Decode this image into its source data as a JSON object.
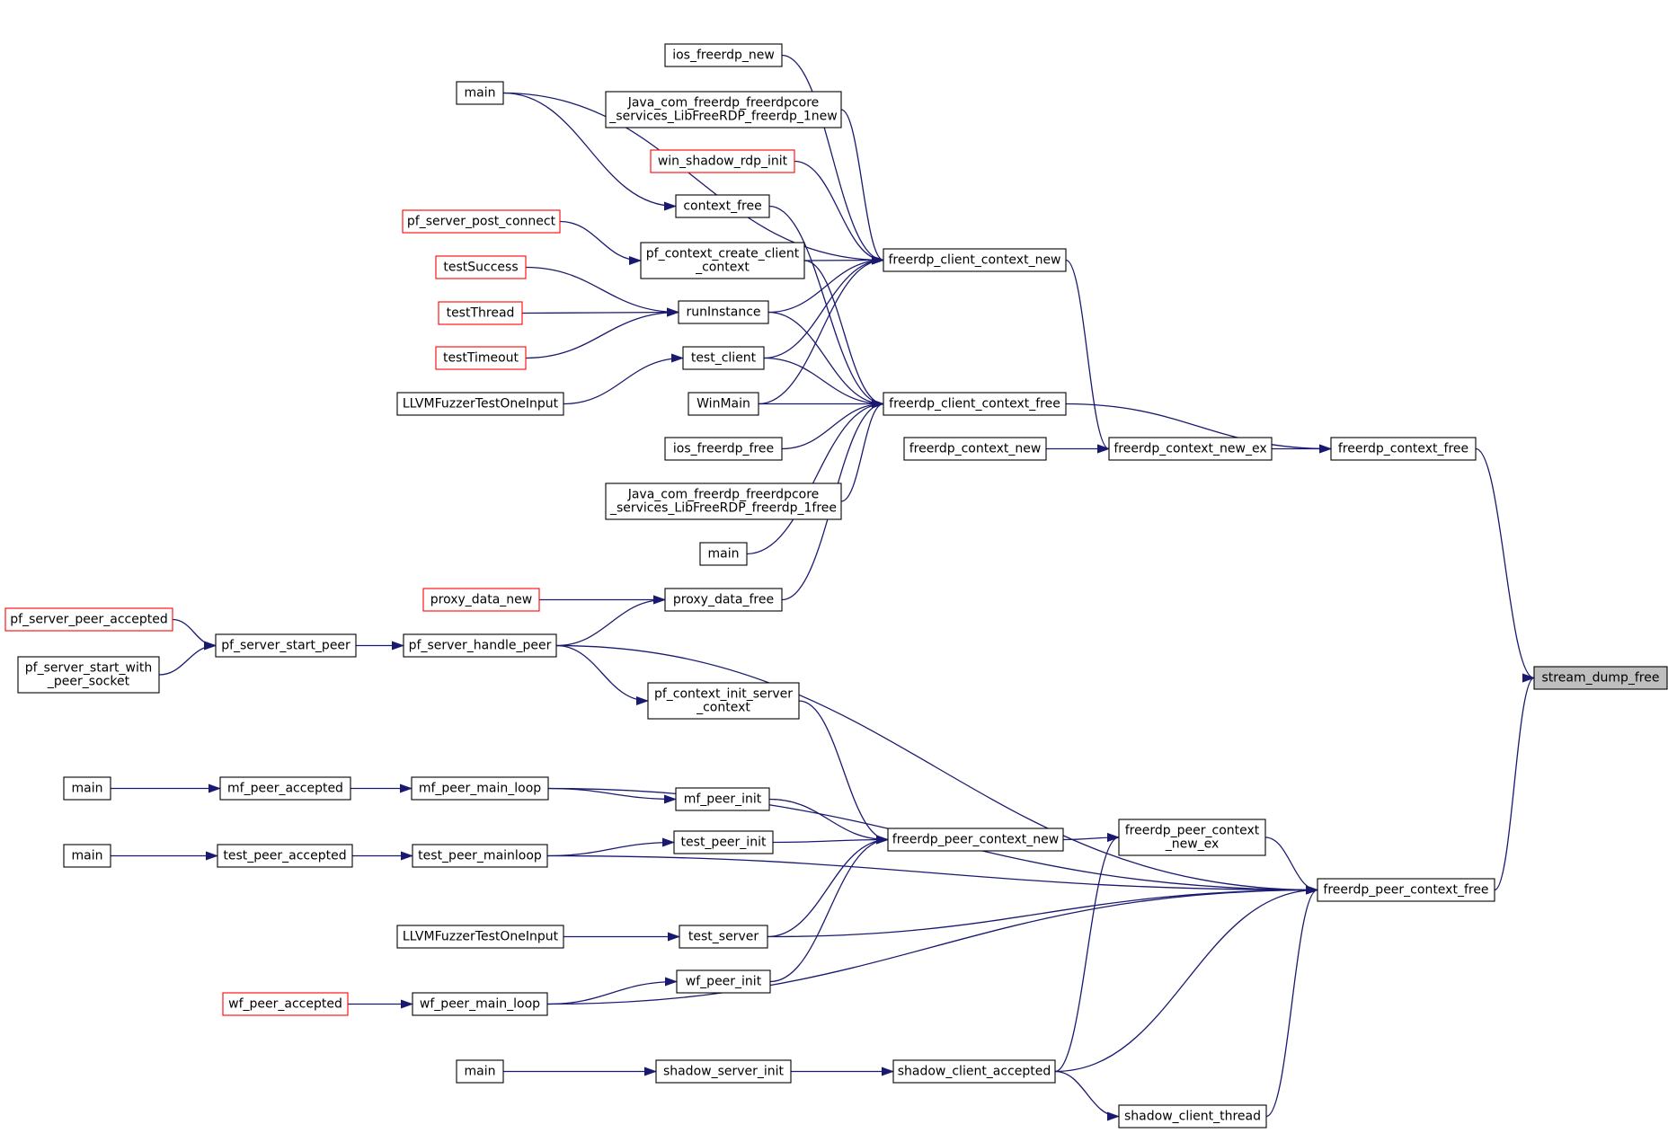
{
  "diagram": {
    "colors": {
      "edge": "#191970",
      "node_border": "#000000",
      "external_border": "#ff0000",
      "root_fill": "#bfbfbf"
    },
    "nodes": [
      {
        "id": "stream_dump_free",
        "lines": [
          "stream_dump_free"
        ],
        "style": "root"
      },
      {
        "id": "freerdp_context_free",
        "lines": [
          "freerdp_context_free"
        ],
        "style": "normal"
      },
      {
        "id": "freerdp_peer_context_free",
        "lines": [
          "freerdp_peer_context_free"
        ],
        "style": "normal"
      },
      {
        "id": "freerdp_client_context_free",
        "lines": [
          "freerdp_client_context_free"
        ],
        "style": "normal"
      },
      {
        "id": "freerdp_context_new_ex",
        "lines": [
          "freerdp_context_new_ex"
        ],
        "style": "normal"
      },
      {
        "id": "freerdp_client_context_new",
        "lines": [
          "freerdp_client_context_new"
        ],
        "style": "normal"
      },
      {
        "id": "freerdp_context_new",
        "lines": [
          "freerdp_context_new"
        ],
        "style": "normal"
      },
      {
        "id": "freerdp_peer_context_new_ex",
        "lines": [
          "freerdp_peer_context",
          "_new_ex"
        ],
        "style": "normal"
      },
      {
        "id": "freerdp_peer_context_new",
        "lines": [
          "freerdp_peer_context_new"
        ],
        "style": "normal"
      },
      {
        "id": "shadow_client_accepted",
        "lines": [
          "shadow_client_accepted"
        ],
        "style": "normal"
      },
      {
        "id": "shadow_client_thread",
        "lines": [
          "shadow_client_thread"
        ],
        "style": "normal"
      },
      {
        "id": "ios_freerdp_new",
        "lines": [
          "ios_freerdp_new"
        ],
        "style": "normal"
      },
      {
        "id": "main_a",
        "lines": [
          "main"
        ],
        "style": "normal"
      },
      {
        "id": "java_new",
        "lines": [
          "Java_com_freerdp_freerdpcore",
          "_services_LibFreeRDP_freerdp_1new"
        ],
        "style": "normal"
      },
      {
        "id": "win_shadow_rdp_init",
        "lines": [
          "win_shadow_rdp_init"
        ],
        "style": "red"
      },
      {
        "id": "context_free",
        "lines": [
          "context_free"
        ],
        "style": "normal"
      },
      {
        "id": "pf_context_create_client_context",
        "lines": [
          "pf_context_create_client",
          "_context"
        ],
        "style": "normal"
      },
      {
        "id": "pf_server_post_connect",
        "lines": [
          "pf_server_post_connect"
        ],
        "style": "red"
      },
      {
        "id": "runInstance",
        "lines": [
          "runInstance"
        ],
        "style": "normal"
      },
      {
        "id": "testSuccess",
        "lines": [
          "testSuccess"
        ],
        "style": "red"
      },
      {
        "id": "testThread",
        "lines": [
          "testThread"
        ],
        "style": "red"
      },
      {
        "id": "testTimeout",
        "lines": [
          "testTimeout"
        ],
        "style": "red"
      },
      {
        "id": "test_client",
        "lines": [
          "test_client"
        ],
        "style": "normal"
      },
      {
        "id": "llvm_a",
        "lines": [
          "LLVMFuzzerTestOneInput"
        ],
        "style": "normal"
      },
      {
        "id": "WinMain",
        "lines": [
          "WinMain"
        ],
        "style": "normal"
      },
      {
        "id": "ios_freerdp_free",
        "lines": [
          "ios_freerdp_free"
        ],
        "style": "normal"
      },
      {
        "id": "java_free",
        "lines": [
          "Java_com_freerdp_freerdpcore",
          "_services_LibFreeRDP_freerdp_1free"
        ],
        "style": "normal"
      },
      {
        "id": "main_b",
        "lines": [
          "main"
        ],
        "style": "normal"
      },
      {
        "id": "proxy_data_free",
        "lines": [
          "proxy_data_free"
        ],
        "style": "normal"
      },
      {
        "id": "proxy_data_new",
        "lines": [
          "proxy_data_new"
        ],
        "style": "red"
      },
      {
        "id": "pf_server_handle_peer",
        "lines": [
          "pf_server_handle_peer"
        ],
        "style": "normal"
      },
      {
        "id": "pf_server_start_peer",
        "lines": [
          "pf_server_start_peer"
        ],
        "style": "normal"
      },
      {
        "id": "pf_server_peer_accepted",
        "lines": [
          "pf_server_peer_accepted"
        ],
        "style": "red"
      },
      {
        "id": "pf_server_start_with_peer_socket",
        "lines": [
          "pf_server_start_with",
          "_peer_socket"
        ],
        "style": "normal"
      },
      {
        "id": "pf_context_init_server_context",
        "lines": [
          "pf_context_init_server",
          "_context"
        ],
        "style": "normal"
      },
      {
        "id": "mf_peer_main_loop",
        "lines": [
          "mf_peer_main_loop"
        ],
        "style": "normal"
      },
      {
        "id": "mf_peer_accepted",
        "lines": [
          "mf_peer_accepted"
        ],
        "style": "normal"
      },
      {
        "id": "main_c",
        "lines": [
          "main"
        ],
        "style": "normal"
      },
      {
        "id": "mf_peer_init",
        "lines": [
          "mf_peer_init"
        ],
        "style": "normal"
      },
      {
        "id": "test_peer_init",
        "lines": [
          "test_peer_init"
        ],
        "style": "normal"
      },
      {
        "id": "test_peer_mainloop",
        "lines": [
          "test_peer_mainloop"
        ],
        "style": "normal"
      },
      {
        "id": "test_peer_accepted",
        "lines": [
          "test_peer_accepted"
        ],
        "style": "normal"
      },
      {
        "id": "main_d",
        "lines": [
          "main"
        ],
        "style": "normal"
      },
      {
        "id": "test_server",
        "lines": [
          "test_server"
        ],
        "style": "normal"
      },
      {
        "id": "llvm_b",
        "lines": [
          "LLVMFuzzerTestOneInput"
        ],
        "style": "normal"
      },
      {
        "id": "wf_peer_init",
        "lines": [
          "wf_peer_init"
        ],
        "style": "normal"
      },
      {
        "id": "wf_peer_main_loop",
        "lines": [
          "wf_peer_main_loop"
        ],
        "style": "normal"
      },
      {
        "id": "wf_peer_accepted",
        "lines": [
          "wf_peer_accepted"
        ],
        "style": "red"
      },
      {
        "id": "shadow_server_init",
        "lines": [
          "shadow_server_init"
        ],
        "style": "normal"
      },
      {
        "id": "main_e",
        "lines": [
          "main"
        ],
        "style": "normal"
      }
    ],
    "edges": [
      {
        "from": "freerdp_context_free",
        "to": "stream_dump_free"
      },
      {
        "from": "freerdp_peer_context_free",
        "to": "stream_dump_free"
      },
      {
        "from": "freerdp_client_context_free",
        "to": "freerdp_context_free"
      },
      {
        "from": "freerdp_context_new_ex",
        "to": "freerdp_context_free"
      },
      {
        "from": "freerdp_client_context_new",
        "to": "freerdp_context_new_ex"
      },
      {
        "from": "freerdp_context_new",
        "to": "freerdp_context_new_ex"
      },
      {
        "from": "main_a",
        "to": "freerdp_client_context_new"
      },
      {
        "from": "ios_freerdp_new",
        "to": "freerdp_client_context_new"
      },
      {
        "from": "java_new",
        "to": "freerdp_client_context_new"
      },
      {
        "from": "win_shadow_rdp_init",
        "to": "freerdp_client_context_new"
      },
      {
        "from": "pf_context_create_client_context",
        "to": "freerdp_client_context_new"
      },
      {
        "from": "runInstance",
        "to": "freerdp_client_context_new"
      },
      {
        "from": "test_client",
        "to": "freerdp_client_context_new"
      },
      {
        "from": "WinMain",
        "to": "freerdp_client_context_new"
      },
      {
        "from": "main_a",
        "to": "context_free"
      },
      {
        "from": "pf_server_post_connect",
        "to": "pf_context_create_client_context"
      },
      {
        "from": "testSuccess",
        "to": "runInstance"
      },
      {
        "from": "testThread",
        "to": "runInstance"
      },
      {
        "from": "testTimeout",
        "to": "runInstance"
      },
      {
        "from": "llvm_a",
        "to": "test_client"
      },
      {
        "from": "context_free",
        "to": "freerdp_client_context_free"
      },
      {
        "from": "pf_context_create_client_context",
        "to": "freerdp_client_context_free"
      },
      {
        "from": "runInstance",
        "to": "freerdp_client_context_free"
      },
      {
        "from": "test_client",
        "to": "freerdp_client_context_free"
      },
      {
        "from": "WinMain",
        "to": "freerdp_client_context_free"
      },
      {
        "from": "ios_freerdp_free",
        "to": "freerdp_client_context_free"
      },
      {
        "from": "java_free",
        "to": "freerdp_client_context_free"
      },
      {
        "from": "main_b",
        "to": "freerdp_client_context_free"
      },
      {
        "from": "proxy_data_free",
        "to": "freerdp_client_context_free"
      },
      {
        "from": "proxy_data_new",
        "to": "proxy_data_free"
      },
      {
        "from": "pf_server_handle_peer",
        "to": "proxy_data_free"
      },
      {
        "from": "pf_server_start_peer",
        "to": "pf_server_handle_peer"
      },
      {
        "from": "pf_server_peer_accepted",
        "to": "pf_server_start_peer"
      },
      {
        "from": "pf_server_start_with_peer_socket",
        "to": "pf_server_start_peer"
      },
      {
        "from": "pf_server_handle_peer",
        "to": "pf_context_init_server_context"
      },
      {
        "from": "pf_server_handle_peer",
        "to": "freerdp_peer_context_free"
      },
      {
        "from": "pf_context_init_server_context",
        "to": "freerdp_peer_context_new"
      },
      {
        "from": "main_c",
        "to": "mf_peer_accepted"
      },
      {
        "from": "mf_peer_accepted",
        "to": "mf_peer_main_loop"
      },
      {
        "from": "mf_peer_main_loop",
        "to": "mf_peer_init"
      },
      {
        "from": "mf_peer_main_loop",
        "to": "freerdp_peer_context_free"
      },
      {
        "from": "mf_peer_init",
        "to": "freerdp_peer_context_new"
      },
      {
        "from": "main_d",
        "to": "test_peer_accepted"
      },
      {
        "from": "test_peer_accepted",
        "to": "test_peer_mainloop"
      },
      {
        "from": "test_peer_mainloop",
        "to": "test_peer_init"
      },
      {
        "from": "test_peer_mainloop",
        "to": "freerdp_peer_context_free"
      },
      {
        "from": "test_peer_init",
        "to": "freerdp_peer_context_new"
      },
      {
        "from": "llvm_b",
        "to": "test_server"
      },
      {
        "from": "test_server",
        "to": "freerdp_peer_context_new"
      },
      {
        "from": "test_server",
        "to": "freerdp_peer_context_free"
      },
      {
        "from": "wf_peer_accepted",
        "to": "wf_peer_main_loop"
      },
      {
        "from": "wf_peer_main_loop",
        "to": "wf_peer_init"
      },
      {
        "from": "wf_peer_main_loop",
        "to": "freerdp_peer_context_free"
      },
      {
        "from": "wf_peer_init",
        "to": "freerdp_peer_context_new"
      },
      {
        "from": "freerdp_peer_context_new",
        "to": "freerdp_peer_context_new_ex"
      },
      {
        "from": "freerdp_peer_context_new_ex",
        "to": "freerdp_peer_context_free"
      },
      {
        "from": "shadow_client_accepted",
        "to": "freerdp_peer_context_new_ex"
      },
      {
        "from": "shadow_client_accepted",
        "to": "freerdp_peer_context_free"
      },
      {
        "from": "shadow_client_accepted",
        "to": "shadow_client_thread"
      },
      {
        "from": "shadow_client_thread",
        "to": "freerdp_peer_context_free"
      },
      {
        "from": "main_e",
        "to": "shadow_server_init"
      },
      {
        "from": "shadow_server_init",
        "to": "shadow_client_accepted"
      }
    ]
  }
}
